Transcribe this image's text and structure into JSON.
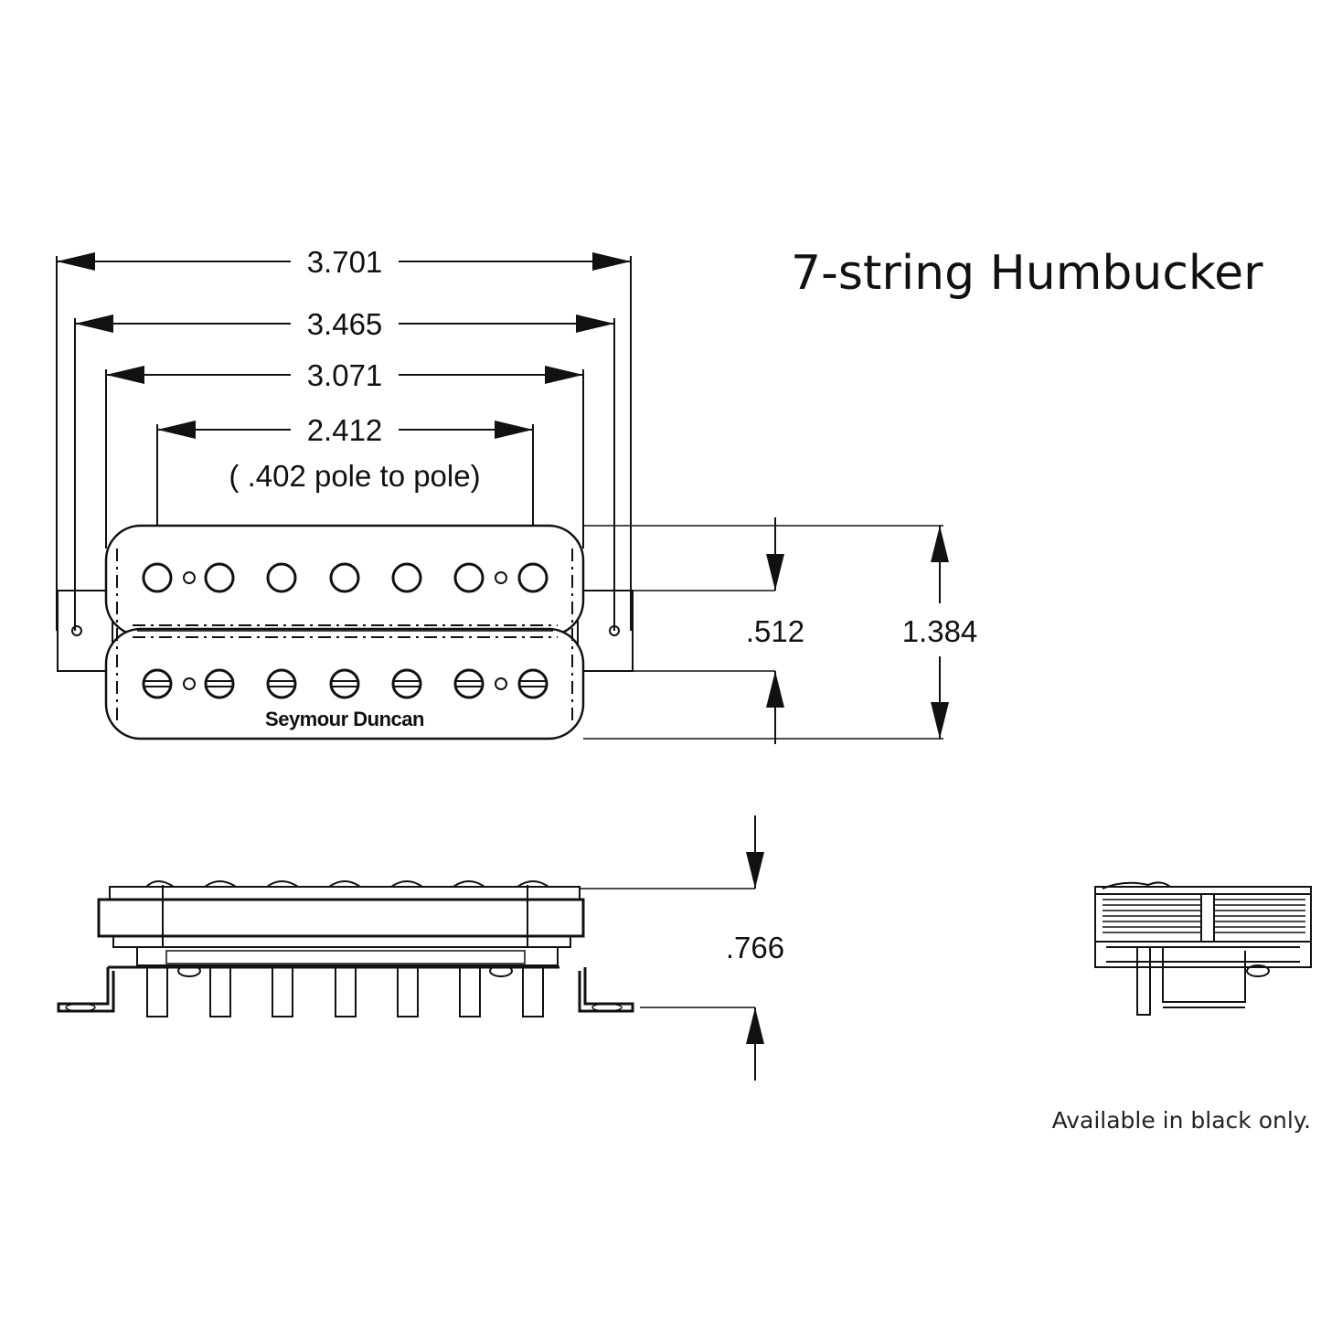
{
  "title": "7-string Humbucker",
  "dimensions": {
    "overall_width": "3.701",
    "mount_hole_spacing": "3.465",
    "cover_width": "3.071",
    "pole_span": "2.412",
    "pole_spacing_note": "( .402 pole to pole)",
    "coil_spacing": ".512",
    "overall_length": "1.384",
    "height": ".766"
  },
  "brand": "Seymour Duncan",
  "footnote": "Available in black only.",
  "pole_count": 7
}
